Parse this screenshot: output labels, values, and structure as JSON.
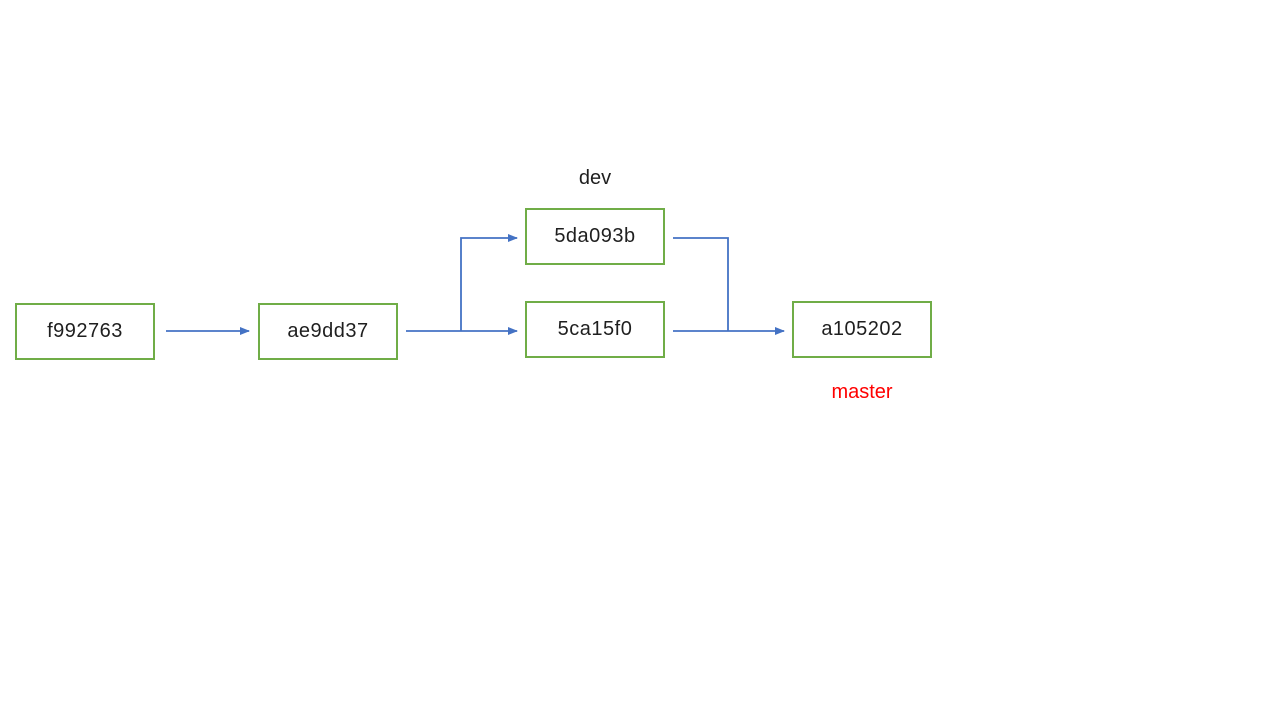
{
  "diagram": {
    "kind": "git-commit-graph",
    "commits": [
      {
        "id": "f992763"
      },
      {
        "id": "ae9dd37"
      },
      {
        "id": "5da093b",
        "branch": "dev"
      },
      {
        "id": "5ca15f0"
      },
      {
        "id": "a105202",
        "branch": "master"
      }
    ],
    "branch_labels": [
      {
        "text": "dev",
        "color": "#1f1f1f"
      },
      {
        "text": "master",
        "color": "#FF0000"
      }
    ],
    "edges": [
      {
        "from": "f992763",
        "to": "ae9dd37"
      },
      {
        "from": "ae9dd37",
        "to": "5da093b"
      },
      {
        "from": "ae9dd37",
        "to": "5ca15f0"
      },
      {
        "from": "5da093b",
        "to": "a105202"
      },
      {
        "from": "5ca15f0",
        "to": "a105202"
      }
    ],
    "colors": {
      "background": "#FFFFFF",
      "box_border": "#70AD47",
      "box_fill": "#FFFFFF",
      "arrow": "#4472C4",
      "text": "#1F1F1F",
      "master_label": "#FF0000"
    }
  }
}
